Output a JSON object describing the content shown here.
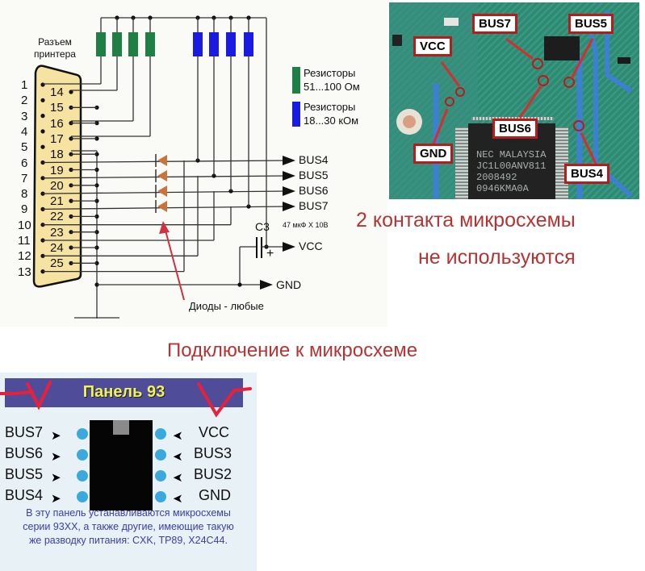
{
  "schematic": {
    "connector_title": [
      "Разъем",
      "принтера"
    ],
    "left_pins": [
      "1",
      "2",
      "3",
      "4",
      "5",
      "6",
      "7",
      "8",
      "9",
      "10",
      "11",
      "12",
      "13"
    ],
    "right_pins": [
      "14",
      "15",
      "16",
      "17",
      "18",
      "19",
      "20",
      "21",
      "22",
      "23",
      "24",
      "25"
    ],
    "bus_outputs": [
      "BUS4",
      "BUS5",
      "BUS6",
      "BUS7"
    ],
    "vcc_label": "VCC",
    "gnd_label": "GND",
    "capacitor_label": "C3",
    "capacitor_value": "47 мкФ X 10В",
    "capacitor_polarity": "+",
    "diodes_note": "Диоды - любые",
    "legend": [
      {
        "color": "#1f7f45",
        "line1": "Резисторы",
        "line2": "51...100 Ом"
      },
      {
        "color": "#1a1ae0",
        "line1": "Резисторы",
        "line2": "18...30 кОм"
      }
    ],
    "colors": {
      "connector_fill": "#f6e3a1",
      "green_resistor": "#1f7f45",
      "blue_resistor": "#1a1ae0",
      "diode": "#c8743a",
      "arrow": "#d03040"
    }
  },
  "pcb_photo": {
    "callouts": [
      "BUS7",
      "BUS5",
      "VCC",
      "BUS6",
      "GND",
      "BUS4"
    ],
    "chip_marking": [
      "NEC MALAYSIA",
      "JC1L00ANV811",
      "2008492",
      "0946KMA0A"
    ]
  },
  "notes": {
    "unused_pins_line1": "2 контакта микросхемы",
    "unused_pins_line2": "не используются",
    "connection_title": "Подключение к микросхеме"
  },
  "panel": {
    "title": "Панель 93",
    "left_pins": [
      "BUS7",
      "BUS6",
      "BUS5",
      "BUS4"
    ],
    "right_pins": [
      "VCC",
      "BUS3",
      "BUS2",
      "GND"
    ],
    "description": [
      "В эту панель устанавливаются микросхемы",
      "серии 93XX, а также другие, имеющие такую",
      "же разводку питания: CXK, TP89, X24C44."
    ]
  }
}
